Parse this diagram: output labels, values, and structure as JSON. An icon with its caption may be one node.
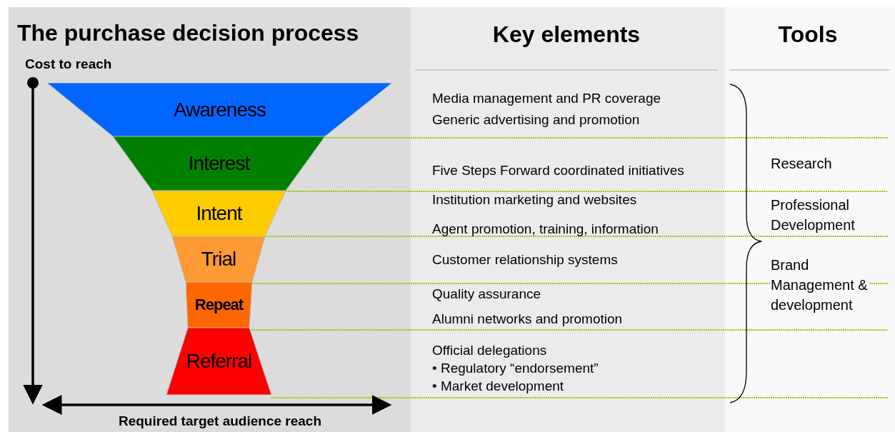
{
  "diagram": {
    "nodes": [
      {
        "text": [
          "Awareness"
        ]
      },
      {
        "text": [
          "Interest"
        ]
      },
      {
        "text": [
          "Intent"
        ]
      },
      {
        "text": [
          "Trial"
        ]
      },
      {
        "text": [
          "Repeat"
        ]
      },
      {
        "text": [
          "Referral"
        ]
      }
    ],
    "labels": [
      "The purchase decision process",
      "Key elements",
      "Tools",
      "Cost to reach",
      "Media management and PR coverage",
      "Generic advertising and promotion",
      "Five Steps Forward coordinated initiatives",
      "Institution marketing and websites",
      "Agent promotion, training, information",
      "Customer relationship systems",
      "Quality assurance",
      "Alumni networks and promotion",
      "Official delegations",
      "• Regulatory “endorsement”",
      "• Market development",
      "Research",
      "Professional Development",
      "Brand Management & development",
      "Required target audience reach"
    ]
  }
}
